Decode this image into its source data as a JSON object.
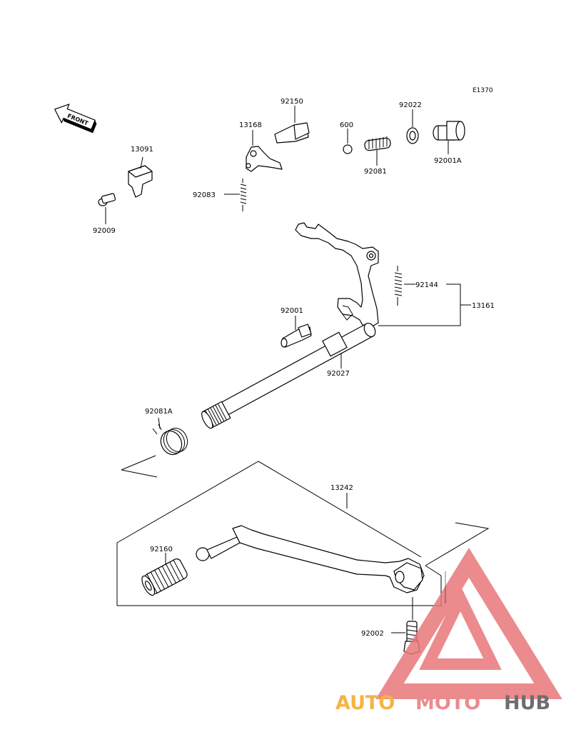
{
  "diagram_code": "E1370",
  "front_arrow": {
    "label": "FRONT"
  },
  "colors": {
    "watermark_red": "#e8777a",
    "watermark_orange": "#f5a623",
    "watermark_grey": "#555555"
  },
  "parts": {
    "p13091": "13091",
    "p92009": "92009",
    "p13168": "13168",
    "p92150": "92150",
    "p92083": "92083",
    "p600": "600",
    "p92081": "92081",
    "p92022": "92022",
    "p92001A": "92001A",
    "p92144": "92144",
    "p13161": "13161",
    "p92001": "92001",
    "p92027": "92027",
    "p92081A": "92081A",
    "p13242": "13242",
    "p92160": "92160",
    "p92002": "92002"
  },
  "watermark": {
    "part1": "AUTO",
    "part2": "MOTO",
    "part3": "HUB"
  }
}
